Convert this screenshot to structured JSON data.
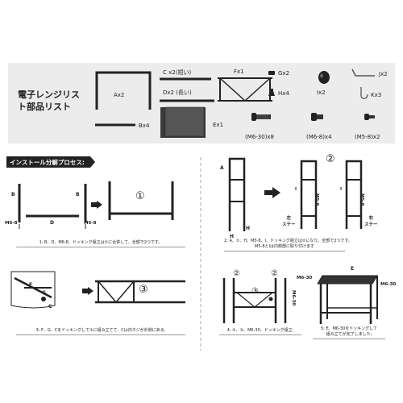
{
  "parts": {
    "title_line1": "電子レンジリス",
    "title_line2": "ト部品リスト",
    "a": "Ax2",
    "b": "Bx4",
    "c": "C x2(短い)",
    "d": "Dx2 (長い)",
    "e": "Ex1",
    "f": "Fx1",
    "g": "Gx2",
    "h": "Hx4",
    "i": "Ix2",
    "j": "Jx2",
    "k": "Kx3",
    "m6_30": "(M6-30)x8",
    "m6_8": "(M6-8)x4",
    "m5_8": "(M5-8)x2"
  },
  "install": {
    "title": "インストール分解プロセス:",
    "step1": {
      "num": "①",
      "b_left": "B",
      "b_right": "B",
      "d": "D",
      "m68_left": "M6-8",
      "m68_right": "M6-8",
      "caption": "1: B、D、M6-8、ドッキング組立は①に合併して、全部で2つです。"
    },
    "step2": {
      "num": "②",
      "a": "A",
      "h": "H",
      "h2": "H",
      "m58_left": "M5-8",
      "m58_right": "M5-8",
      "i_left": "I",
      "i_right": "I",
      "left_label_1": "左",
      "left_label_2": "ステー",
      "right_label_1": "右",
      "right_label_2": "ステー",
      "caption_1": "2: A、①、H、M5-8、I、ドッキング組立は②になり、全部で2つです。",
      "caption_2": "M5-8とIは内側部に取り付けます"
    },
    "step3": {
      "num": "③",
      "f": "F",
      "g": "G",
      "c": "C",
      "caption": "3: F、G、Cをドッキングして③に組み立てて、Cは内ネジが外側にある;"
    },
    "step4": {
      "num1": "②",
      "num2": "②",
      "num3": "③",
      "m6_30": "M6-30",
      "caption": "4: ②、③、M6-30、ドッキング組立;"
    },
    "step5": {
      "e": "E",
      "m6_30_left": "M6-30",
      "m6_30_right": "M6-30",
      "caption_1": "5: E、M6-30をドッキングして",
      "caption_2": "組み立てが完了しました;"
    }
  }
}
